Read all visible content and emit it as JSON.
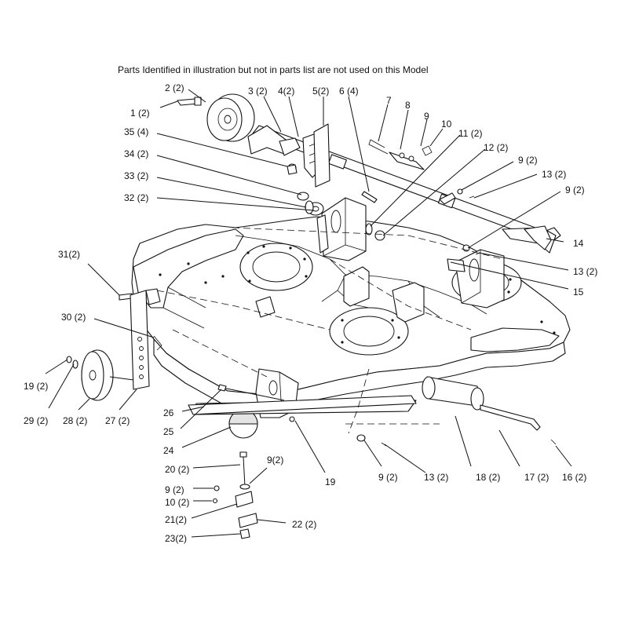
{
  "note": "Parts Identified  in illustration but not in parts list are not used on this Model",
  "callouts": [
    {
      "id": "c1",
      "text": "1 (2)"
    },
    {
      "id": "c2",
      "text": "2 (2)"
    },
    {
      "id": "c3",
      "text": "3 (2)"
    },
    {
      "id": "c4",
      "text": "4(2)"
    },
    {
      "id": "c5",
      "text": "5(2)"
    },
    {
      "id": "c6",
      "text": "6 (4)"
    },
    {
      "id": "c7",
      "text": "7"
    },
    {
      "id": "c8",
      "text": "8"
    },
    {
      "id": "c9a",
      "text": "9"
    },
    {
      "id": "c10a",
      "text": "10"
    },
    {
      "id": "c11",
      "text": "11 (2)"
    },
    {
      "id": "c12",
      "text": "12 (2)"
    },
    {
      "id": "c9b",
      "text": "9 (2)"
    },
    {
      "id": "c13a",
      "text": "13 (2)"
    },
    {
      "id": "c9c",
      "text": "9 (2)"
    },
    {
      "id": "c14",
      "text": "14"
    },
    {
      "id": "c13b",
      "text": "13 (2)"
    },
    {
      "id": "c15",
      "text": "15"
    },
    {
      "id": "c35",
      "text": "35 (4)"
    },
    {
      "id": "c34",
      "text": "34 (2)"
    },
    {
      "id": "c33",
      "text": "33 (2)"
    },
    {
      "id": "c32",
      "text": "32 (2)"
    },
    {
      "id": "c31",
      "text": "31(2)"
    },
    {
      "id": "c30",
      "text": "30 (2)"
    },
    {
      "id": "c19a",
      "text": "19 (2)"
    },
    {
      "id": "c29",
      "text": "29 (2)"
    },
    {
      "id": "c28",
      "text": "28 (2)"
    },
    {
      "id": "c27",
      "text": "27 (2)"
    },
    {
      "id": "c26",
      "text": "26"
    },
    {
      "id": "c25",
      "text": "25"
    },
    {
      "id": "c24",
      "text": "24"
    },
    {
      "id": "c20",
      "text": "20 (2)"
    },
    {
      "id": "c9d",
      "text": "9(2)"
    },
    {
      "id": "c9e",
      "text": "9 (2)"
    },
    {
      "id": "c10b",
      "text": "10 (2)"
    },
    {
      "id": "c21",
      "text": "21(2)"
    },
    {
      "id": "c22",
      "text": "22 (2)"
    },
    {
      "id": "c23",
      "text": "23(2)"
    },
    {
      "id": "c19b",
      "text": "19"
    },
    {
      "id": "c9f",
      "text": "9 (2)"
    },
    {
      "id": "c13c",
      "text": "13 (2)"
    },
    {
      "id": "c18",
      "text": "18 (2)"
    },
    {
      "id": "c17",
      "text": "17 (2)"
    },
    {
      "id": "c16",
      "text": "16 (2)"
    }
  ]
}
